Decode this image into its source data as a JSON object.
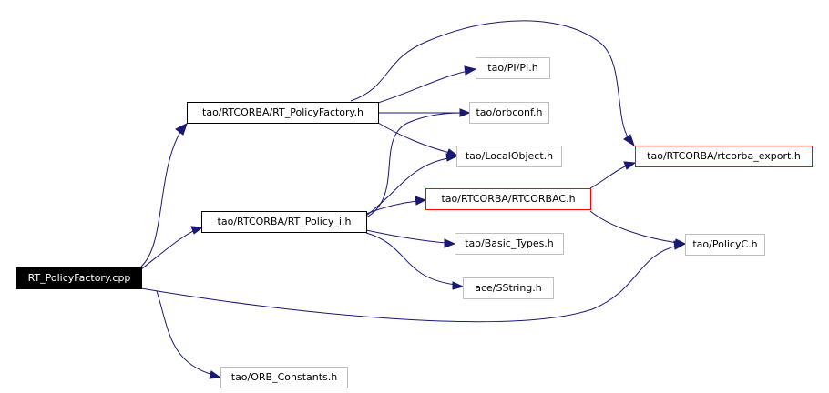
{
  "graph": {
    "nodes": {
      "root": "RT_PolicyFactory.cpp",
      "rt_policyfactory_h": "tao/RTCORBA/RT_PolicyFactory.h",
      "rt_policy_i_h": "tao/RTCORBA/RT_Policy_i.h",
      "pi_h": "tao/PI/PI.h",
      "orbconf_h": "tao/orbconf.h",
      "localobject_h": "tao/LocalObject.h",
      "rtcorba_export_h": "tao/RTCORBA/rtcorba_export.h",
      "rtcorbac_h": "tao/RTCORBA/RTCORBAC.h",
      "basic_types_h": "tao/Basic_Types.h",
      "policyc_h": "tao/PolicyC.h",
      "sstring_h": "ace/SString.h",
      "orb_constants_h": "tao/ORB_Constants.h"
    },
    "colors": {
      "edge": "#191970",
      "root_fill": "#000000",
      "documented_border": "#000000",
      "undocumented_border": "#bfbfbf",
      "truncated_border": "#ff0000"
    }
  }
}
